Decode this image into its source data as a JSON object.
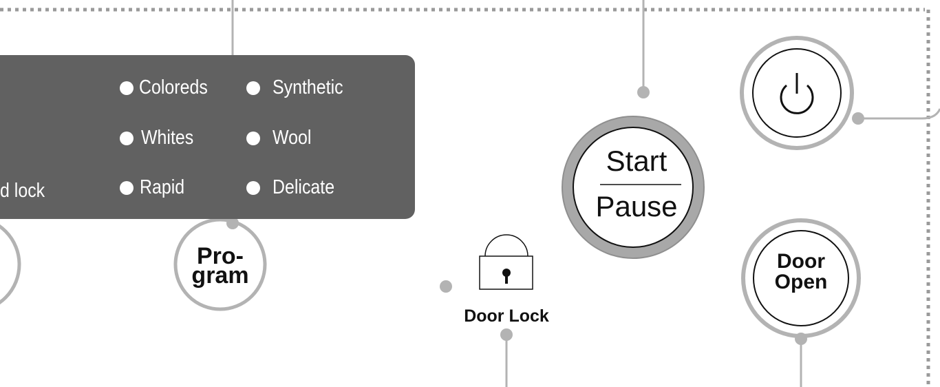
{
  "panel": {
    "partial_label": "d lock",
    "programs": [
      [
        "Coloreds",
        "Synthetic"
      ],
      [
        "Whites",
        "Wool"
      ],
      [
        "Rapid",
        "Delicate"
      ]
    ]
  },
  "buttons": {
    "program": {
      "line1": "Pro-",
      "line2": "gram"
    },
    "start_pause": {
      "top": "Start",
      "bottom": "Pause"
    },
    "door_open": {
      "line1": "Door",
      "line2": "Open"
    },
    "power": {
      "icon": "power-icon"
    }
  },
  "door_lock": {
    "label": "Door Lock",
    "icon": "padlock-icon"
  },
  "colors": {
    "panel": "#616161",
    "ring": "#b3b3b3",
    "ring_dark": "#a8a8a8",
    "border_dots": "#9a9a9a"
  }
}
